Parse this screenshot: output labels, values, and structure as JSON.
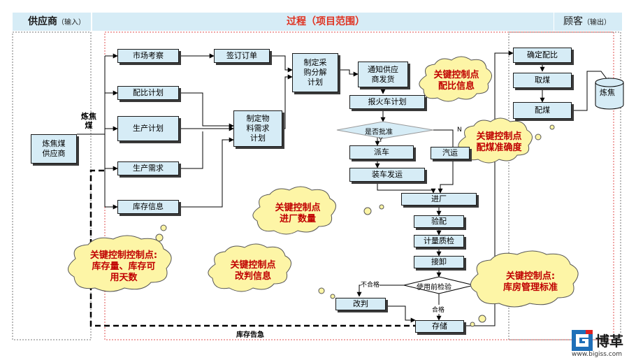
{
  "header": {
    "supplier": "供应商",
    "supplier_sub": "（输入）",
    "process": "过程（项目范围）",
    "customer": "顾客",
    "customer_sub": "（输出）"
  },
  "boxes": {
    "coke_supplier": "炼焦煤\n供应商",
    "market": "市场考察",
    "ratio_plan": "配比计划",
    "production_plan": "生产计划",
    "production_demand": "生产需求",
    "inventory_info": "库存信息",
    "sign_order": "签订订单",
    "material_plan": "制定物\n料需求\n计划",
    "purchase_plan": "制定采\n购分解\n计划",
    "notify_supplier": "通知供应\n商发货",
    "train_plan": "报火车计划",
    "dispatch": "派车",
    "truck": "汽运",
    "loading": "装车发运",
    "enter": "进厂",
    "check": "验配",
    "metering": "计量质检",
    "unload": "接卸",
    "correction": "改判",
    "storage": "存储",
    "confirm_ratio": "确定配比",
    "take_coal": "取煤",
    "blend_coal": "配煤",
    "coking": "炼焦"
  },
  "labels": {
    "coking_coal": "炼焦\n煤",
    "approved": "是否批准",
    "yes": "Y",
    "no": "N",
    "pre_use_check": "使用前检验",
    "fail": "不合格",
    "pass": "合格",
    "inventory_alarm": "库存告急"
  },
  "clouds": {
    "ratio_info": "关键控制点\n配比信息",
    "accuracy": "关键控制点\n配煤准确度",
    "entry_qty": "关键控制点\n进厂数量",
    "inventory": "关键控制控制点:\n库存量、库存可\n用天数",
    "correction_info": "关键控制点\n改判信息",
    "warehouse": "关键控制点:\n库房管理标准"
  },
  "logo": {
    "brand": "博革",
    "url": "www.bigiss.com"
  },
  "colors": {
    "box_fill": "#d6ecf6",
    "header_fill": "#d6ecf6",
    "cloud_fill": "#fdf5a6",
    "cloud_text": "#c00000",
    "process_title": "#e0301e",
    "logo_blue": "#1f6fb8",
    "logo_red": "#e02020"
  }
}
